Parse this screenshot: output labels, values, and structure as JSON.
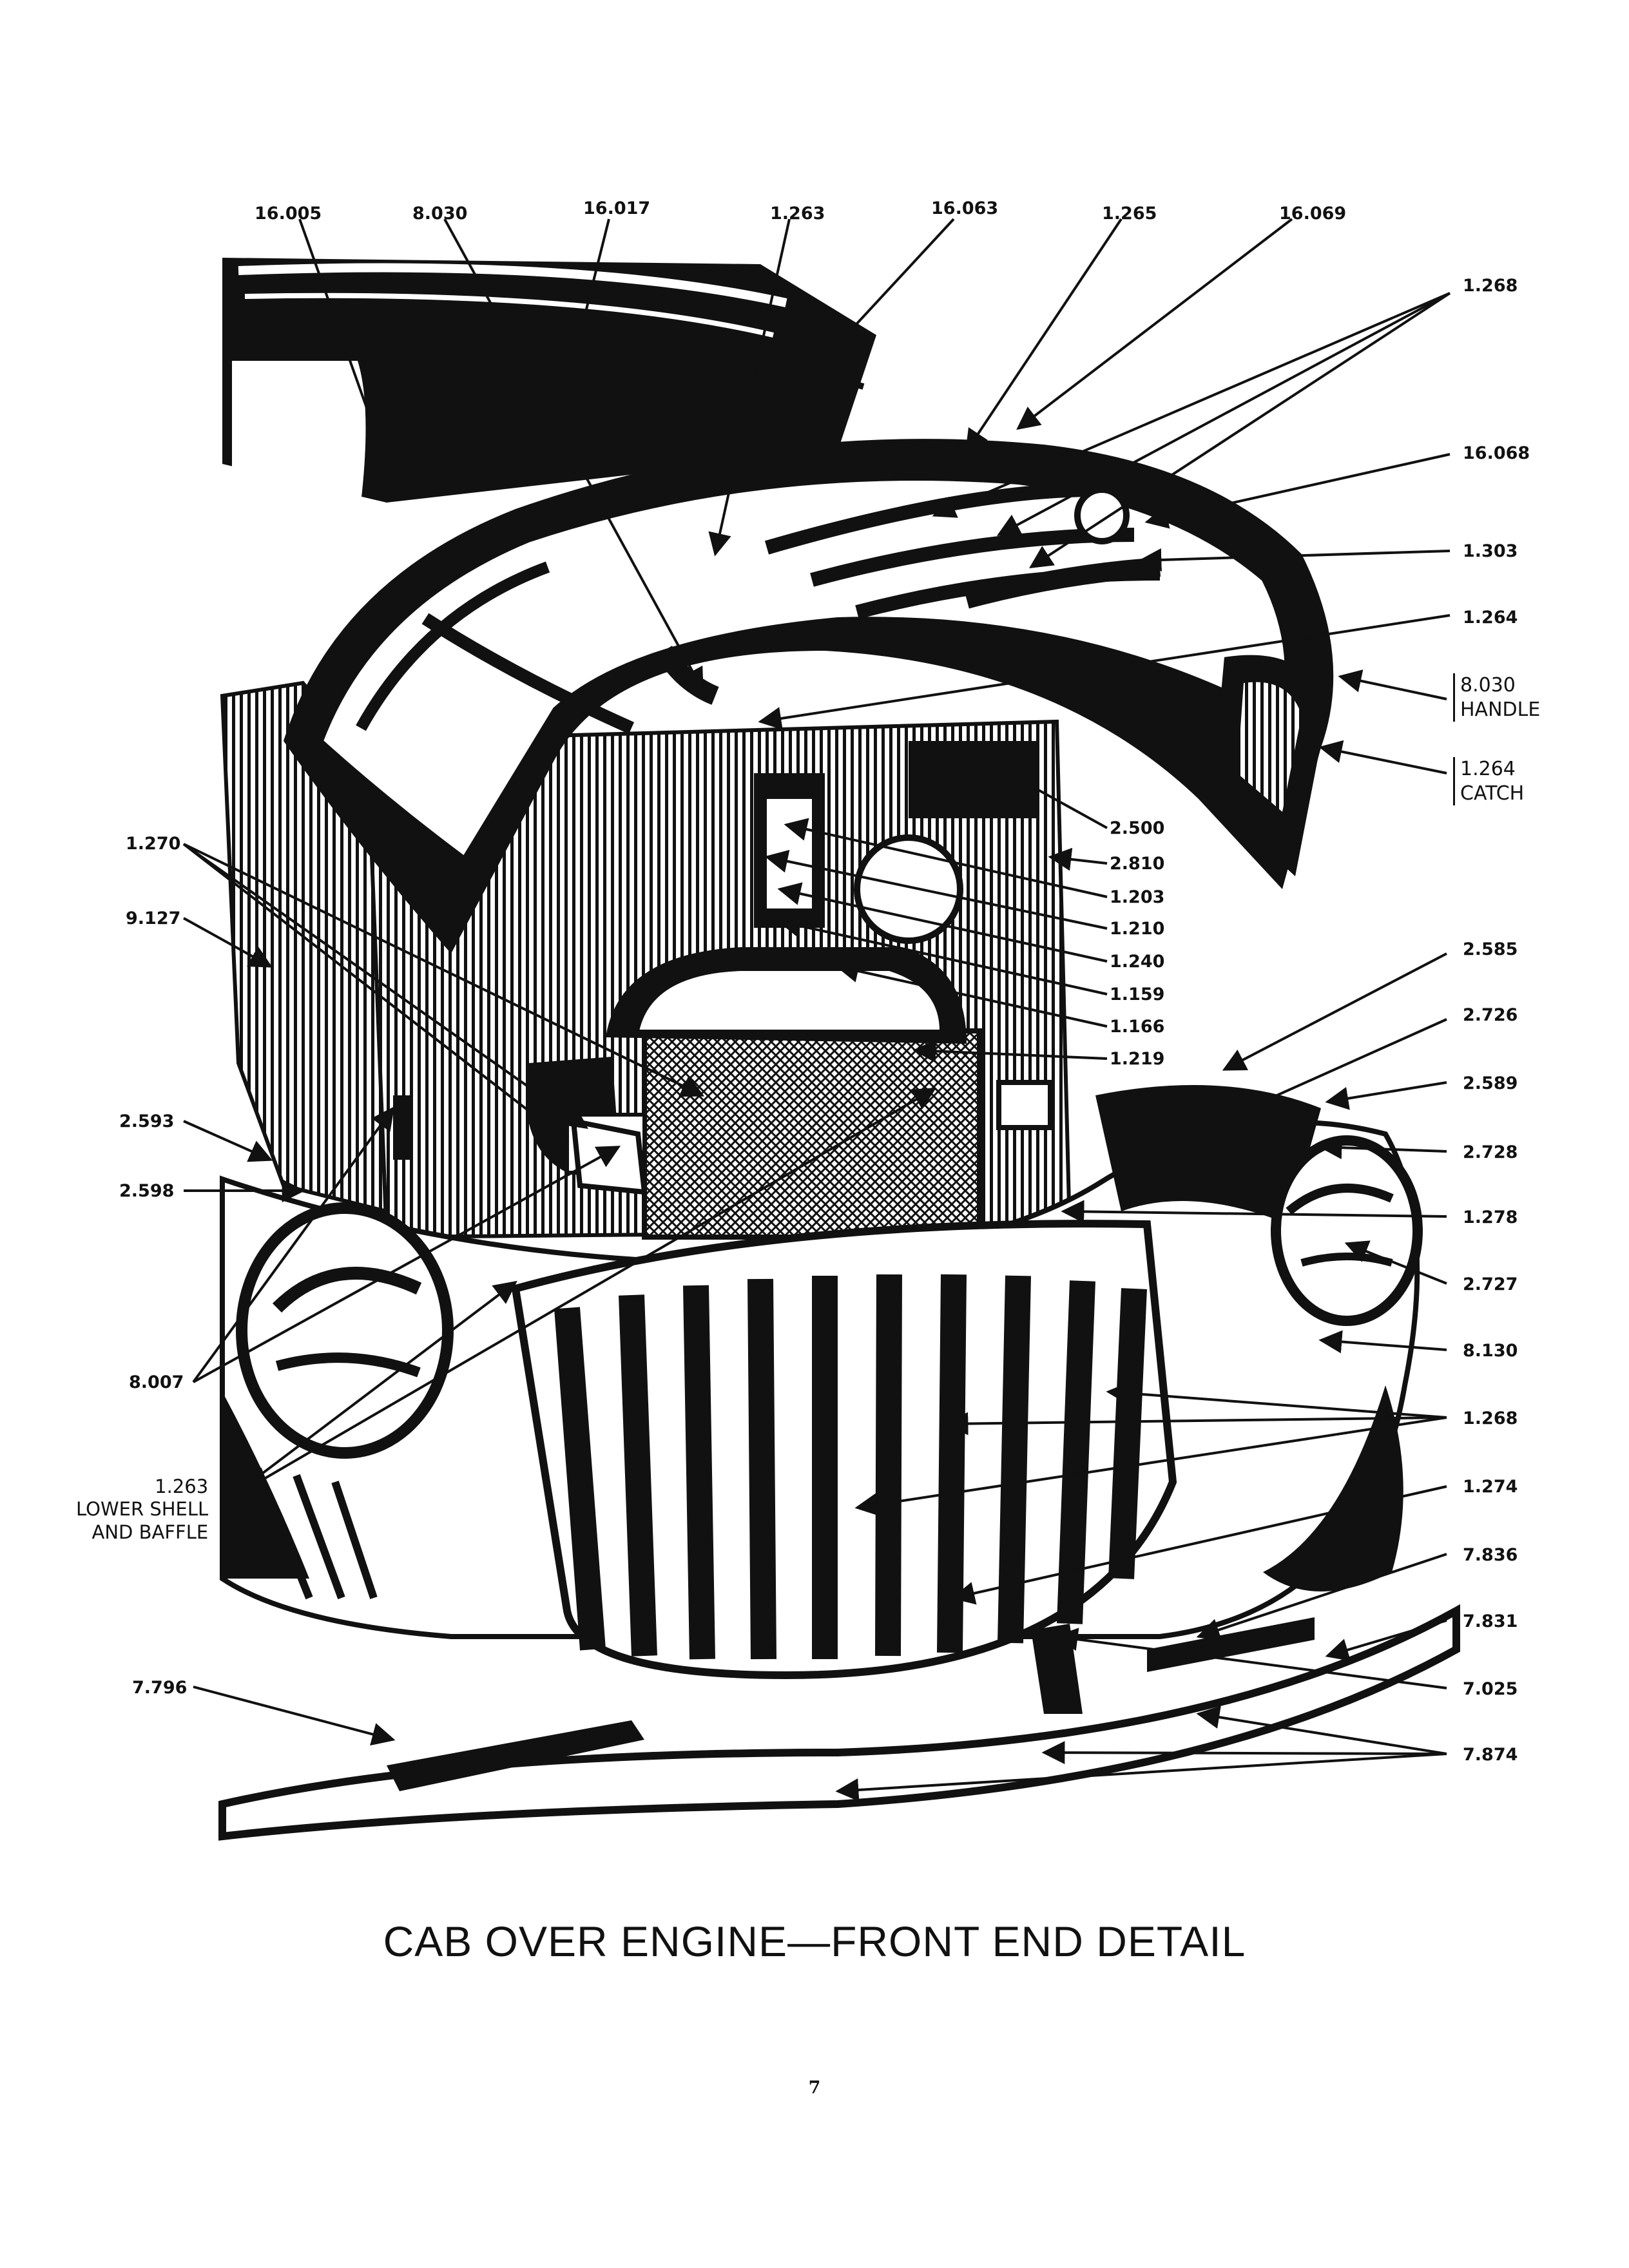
{
  "figure": {
    "caption": "CAB OVER ENGINE—FRONT END DETAIL",
    "page_number": "7"
  },
  "callouts": {
    "top": [
      "16.005",
      "8.030",
      "16.017",
      "1.263",
      "16.063",
      "1.265",
      "16.069"
    ],
    "right": [
      "1.268",
      "16.068",
      "1.303",
      "1.264"
    ],
    "handle_note": "8.030\nHANDLE",
    "catch_note": "1.264\nCATCH",
    "engine_right": [
      "2.500",
      "2.810",
      "1.203",
      "1.210",
      "1.240",
      "1.159",
      "1.166",
      "1.219"
    ],
    "fender_right": [
      "2.585",
      "2.726",
      "2.589",
      "2.728",
      "1.278",
      "2.727",
      "8.130",
      "1.268",
      "1.274",
      "7.836",
      "7.831",
      "7.025",
      "7.874"
    ],
    "left": [
      "1.270",
      "9.127",
      "2.593",
      "2.598",
      "8.007"
    ],
    "lower_shell": "1.263\nLOWER SHELL\nAND BAFFLE",
    "bumper_left": "7.796"
  },
  "colors": {
    "ink": "#111111",
    "paper": "#ffffff"
  }
}
